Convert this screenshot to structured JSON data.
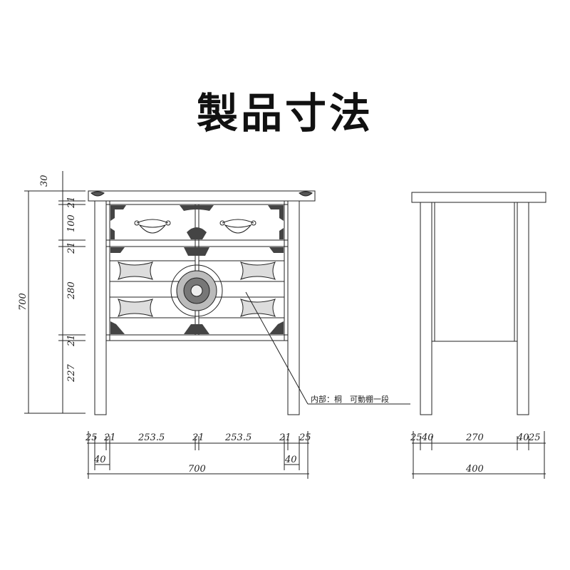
{
  "title": "製品寸法",
  "note": "内部：桐　可動棚一段",
  "height_dims": {
    "top": "30",
    "rail_top": "21",
    "drawer": "100",
    "rail_mid": "21",
    "door": "280",
    "rail_bottom": "21",
    "leg": "227",
    "total": "700"
  },
  "front_width_dims": {
    "leg_left": "25",
    "stile_left": "21",
    "bay_left": "253.5",
    "stile_center": "21",
    "bay_right": "253.5",
    "stile_right": "21",
    "leg_right": "25",
    "offset_left": "40",
    "offset_right": "40",
    "total": "700"
  },
  "side_width_dims": {
    "leg_left": "25",
    "offset_left": "40",
    "depth_inner": "270",
    "offset_right": "40",
    "leg_right": "25",
    "total": "400"
  },
  "colors": {
    "line": "#222222",
    "background": "#ffffff"
  }
}
